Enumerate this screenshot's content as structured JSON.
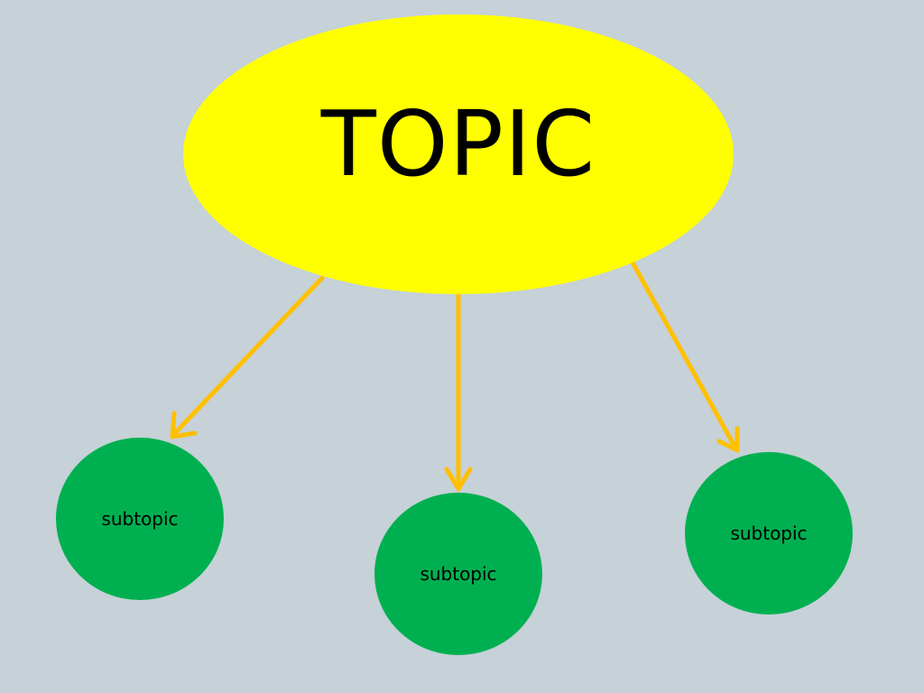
{
  "diagram": {
    "topic": {
      "label": "TOPIC",
      "color": "#ffff00"
    },
    "subtopics": [
      {
        "label": "subtopic",
        "color": "#00b050"
      },
      {
        "label": "subtopic",
        "color": "#00b050"
      },
      {
        "label": "subtopic",
        "color": "#00b050"
      }
    ],
    "arrow_color": "#ffc000",
    "background_color": "#c6d1d8"
  }
}
